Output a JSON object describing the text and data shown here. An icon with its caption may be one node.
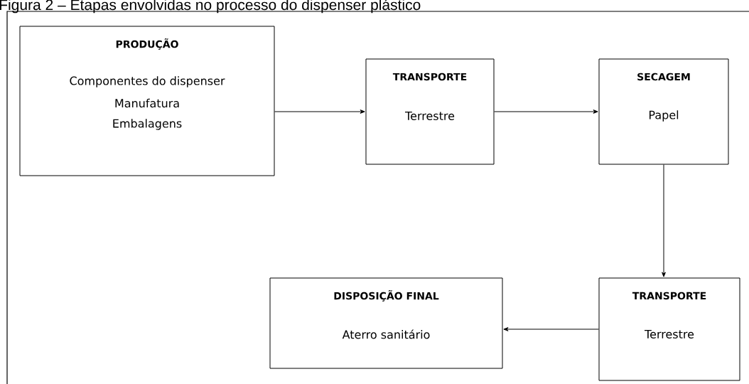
{
  "diagram": {
    "title": "Figura 2 – Etapas envolvidas no processo do dispenser plástico",
    "nodes": [
      {
        "text": [
          "PRODUÇÃO",
          "Componentes do dispenser",
          "Manufatura",
          "Embalagens"
        ]
      },
      {
        "text": [
          "TRANSPORTE",
          "Terrestre"
        ]
      },
      {
        "text": [
          "SECAGEM",
          "Papel"
        ]
      },
      {
        "text": [
          "TRANSPORTE",
          "Terrestre"
        ]
      },
      {
        "text": [
          "DISPOSIÇÃO FINAL",
          "Aterro sanitário"
        ]
      }
    ],
    "edges": [
      {
        "from": 0,
        "to": 1,
        "arrow": "to"
      },
      {
        "from": 1,
        "to": 2,
        "arrow": "to"
      },
      {
        "from": 2,
        "to": 3,
        "arrow": "to"
      },
      {
        "from": 3,
        "to": 4,
        "arrow": "to"
      }
    ]
  }
}
